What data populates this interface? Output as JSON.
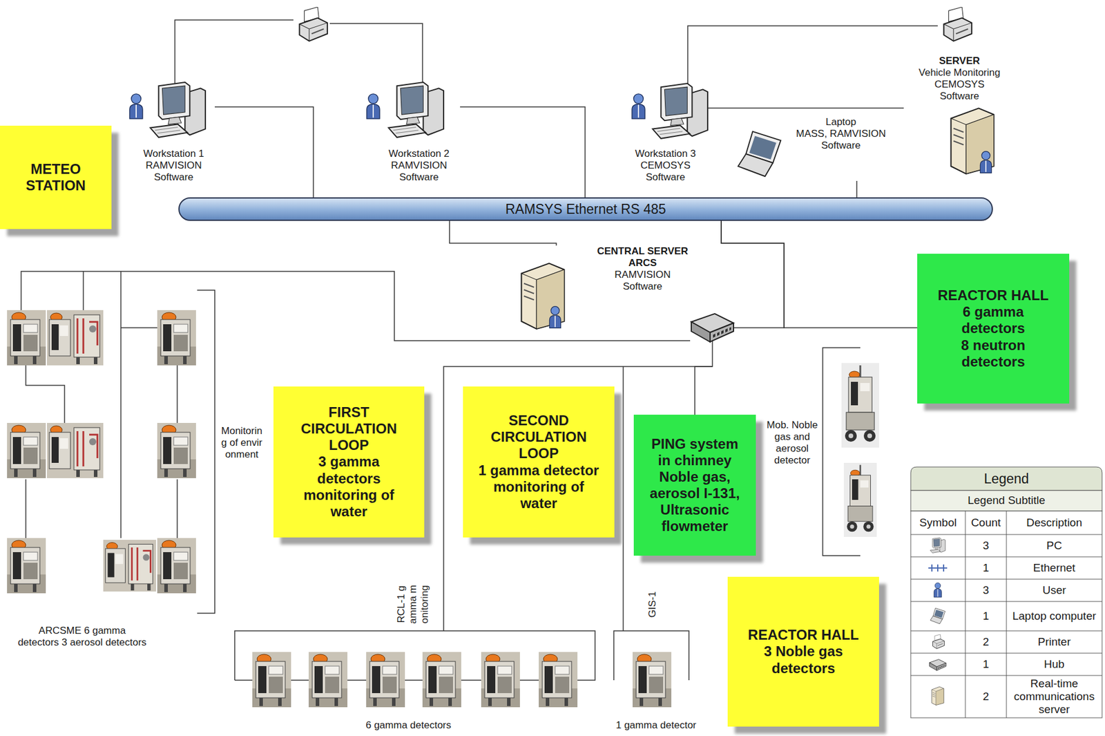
{
  "diagram": {
    "nodes": [
      {
        "text": [
          "METEO STATION"
        ]
      },
      {
        "text": [
          "Workstation 1 RAMVISION Software"
        ]
      },
      {
        "text": [
          "Workstation 2 RAMVISION Software"
        ]
      },
      {
        "text": [
          "Workstation 3 CEMOSYS Software"
        ]
      },
      {
        "text": [
          "Laptop",
          "MASS, RAMVISION Software"
        ]
      },
      {
        "text": [
          "SERVER",
          "Vehicle Monitoring CEMOSYS Software"
        ]
      },
      {
        "text": [
          "RAMSYS Ethernet RS 485"
        ]
      },
      {
        "text": [
          "CENTRAL SERVER ARCS",
          "RAMVISION Software"
        ]
      },
      {
        "text": [
          "REACTOR HALL",
          "6 gamma detectors 8 neutron detectors"
        ]
      },
      {
        "text": [
          "FIRST CIRCULATION LOOP",
          "3 gamma detectors monitoring of water"
        ]
      },
      {
        "text": [
          "SECOND CIRCULATION LOOP",
          "1 gamma detector monitoring of water"
        ]
      },
      {
        "text": [
          "PING system in chimney Noble gas, aerosol I-131, Ultrasonic flowmeter"
        ]
      },
      {
        "text": [
          "REACTOR HALL",
          "3 Noble gas detectors"
        ]
      }
    ],
    "edges": [
      {
        "from": 1,
        "to": 6,
        "arrow": "none"
      },
      {
        "from": 2,
        "to": 6,
        "arrow": "none"
      },
      {
        "from": 3,
        "to": 5,
        "arrow": "none"
      },
      {
        "from": 4,
        "to": 6,
        "arrow": "none"
      },
      {
        "from": 6,
        "to": 7,
        "arrow": "none"
      },
      {
        "from": 6,
        "to": 8,
        "arrow": "none"
      },
      {
        "from": 6,
        "to": 11,
        "arrow": "none"
      }
    ],
    "labels": [
      "Monitoring of environment",
      "Mob. Noble gas and aerosol detector",
      "ARCSME 6 gamma detectors 3 aerosol detectors",
      "RCL-1 gamma monitoring",
      "GIS-1",
      "6 gamma detectors",
      "1 gamma detector",
      "Legend",
      "Legend Subtitle",
      "Symbol",
      "Count",
      "Description",
      "3",
      "1",
      "3",
      "1",
      "2",
      "1",
      "2"
    ],
    "legend": [
      {
        "text": "PC"
      },
      {
        "text": "Ethernet"
      },
      {
        "text": "User"
      },
      {
        "text": "Laptop computer"
      },
      {
        "text": "Printer"
      },
      {
        "text": "Hub"
      },
      {
        "text": "Real-time communications server"
      }
    ]
  }
}
